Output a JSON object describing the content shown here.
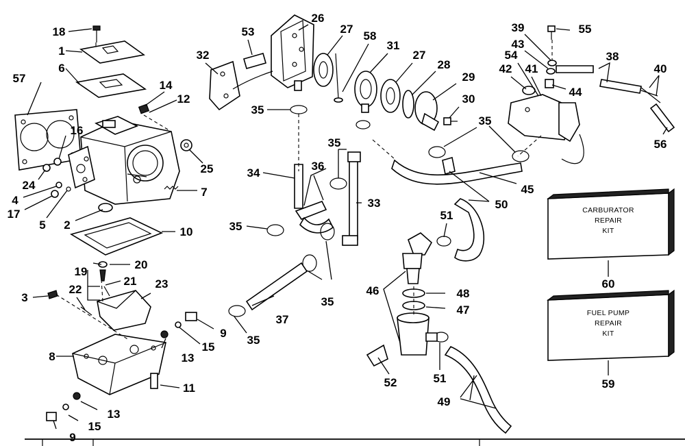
{
  "kits": {
    "carburator": {
      "line1": "CARBURATOR",
      "line2": "REPAIR",
      "line3": "KIT",
      "number": "60"
    },
    "fuel_pump": {
      "line1": "FUEL PUMP",
      "line2": "REPAIR",
      "line3": "KIT",
      "number": "59"
    }
  },
  "callouts": {
    "c1": "1",
    "c2": "2",
    "c3": "3",
    "c4": "4",
    "c5": "5",
    "c6": "6",
    "c7": "7",
    "c8": "8",
    "c9a": "9",
    "c9b": "9",
    "c10": "10",
    "c11": "11",
    "c12": "12",
    "c13a": "13",
    "c13b": "13",
    "c14": "14",
    "c15a": "15",
    "c15b": "15",
    "c16": "16",
    "c17": "17",
    "c18": "18",
    "c19": "19",
    "c20": "20",
    "c21": "21",
    "c22": "22",
    "c23": "23",
    "c24": "24",
    "c25": "25",
    "c26": "26",
    "c27a": "27",
    "c27b": "27",
    "c28": "28",
    "c29": "29",
    "c30": "30",
    "c31": "31",
    "c32": "32",
    "c33": "33",
    "c34": "34",
    "c35a": "35",
    "c35b": "35",
    "c35c": "35",
    "c35d": "35",
    "c35e": "35",
    "c35f": "35",
    "c36": "36",
    "c37": "37",
    "c38": "38",
    "c39": "39",
    "c40": "40",
    "c41": "41",
    "c42": "42",
    "c43": "43",
    "c44": "44",
    "c45": "45",
    "c46": "46",
    "c47": "47",
    "c48": "48",
    "c49": "49",
    "c50": "50",
    "c51a": "51",
    "c51b": "51",
    "c52": "52",
    "c53": "53",
    "c54": "54",
    "c55": "55",
    "c56": "56",
    "c57": "57",
    "c58": "58"
  }
}
